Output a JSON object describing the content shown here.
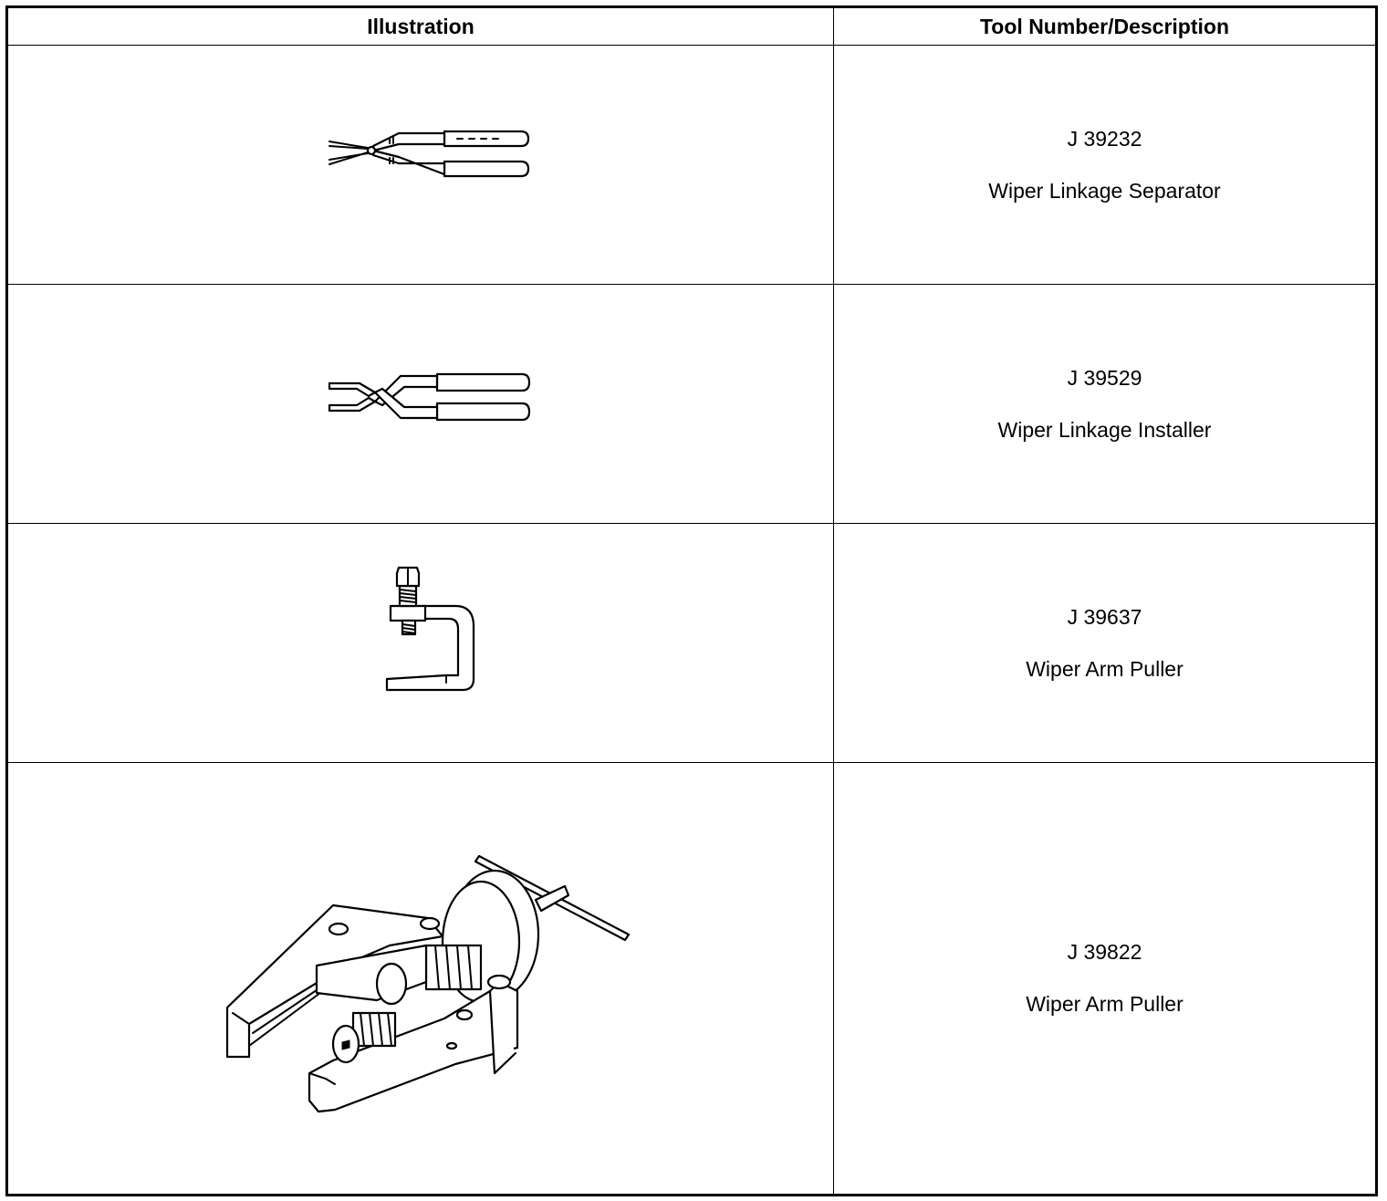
{
  "table": {
    "headers": {
      "illustration": "Illustration",
      "tool": "Tool Number/Description"
    },
    "rows": [
      {
        "number": "J 39232",
        "description": "Wiper Linkage Separator",
        "icon": "wiper-linkage-separator-icon"
      },
      {
        "number": "J 39529",
        "description": "Wiper Linkage Installer",
        "icon": "wiper-linkage-installer-icon"
      },
      {
        "number": "J 39637",
        "description": "Wiper Arm Puller",
        "icon": "c-clamp-puller-icon"
      },
      {
        "number": "J 39822",
        "description": "Wiper Arm Puller",
        "icon": "jaw-puller-icon"
      }
    ]
  }
}
